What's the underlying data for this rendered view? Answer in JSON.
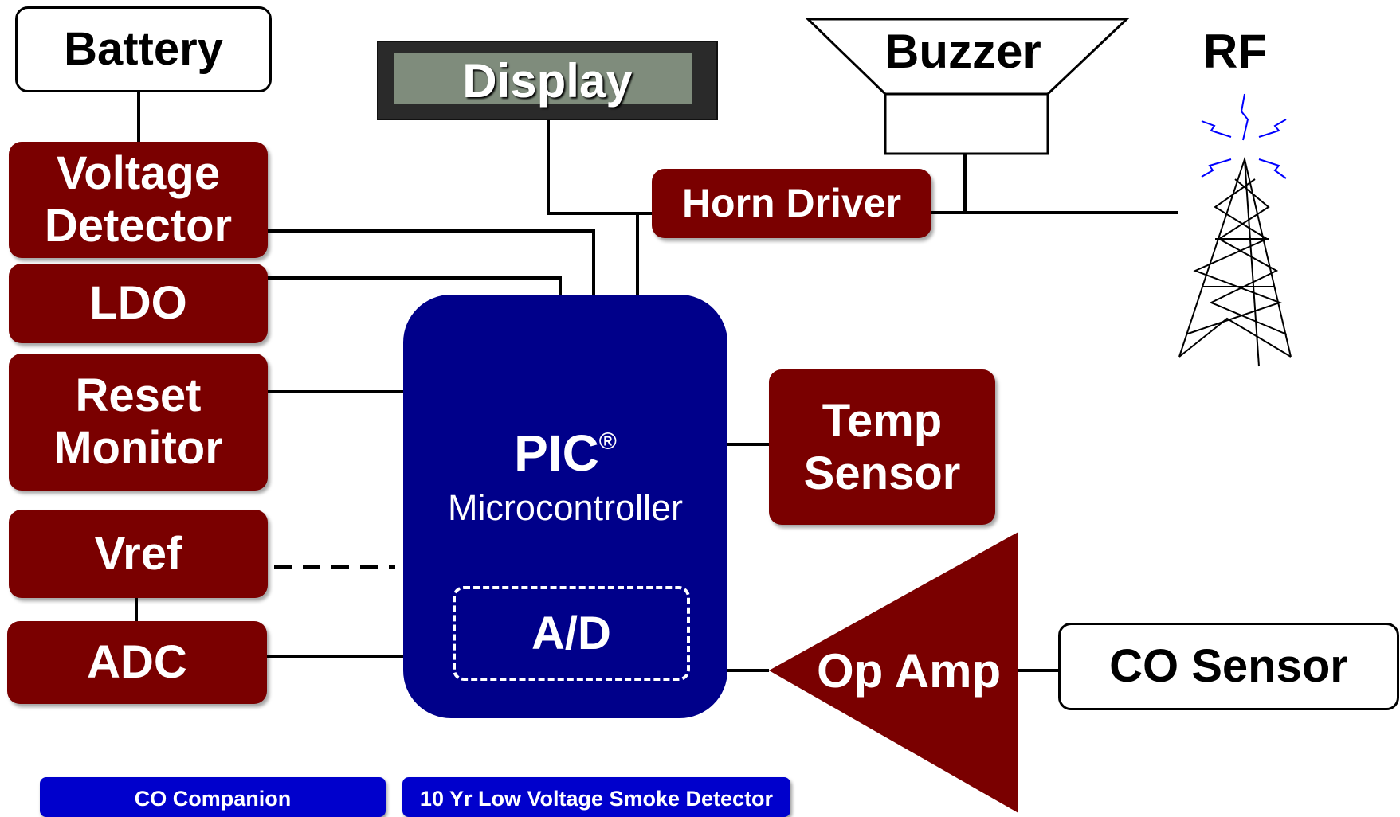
{
  "blocks": {
    "battery": "Battery",
    "display": "Display",
    "buzzer": "Buzzer",
    "rf": "RF",
    "voltage_detector": [
      "Voltage",
      "Detector"
    ],
    "horn_driver": "Horn Driver",
    "ldo": "LDO",
    "reset_monitor": [
      "Reset",
      "Monitor"
    ],
    "vref": "Vref",
    "adc": "ADC",
    "temp_sensor": [
      "Temp",
      "Sensor"
    ],
    "op_amp": "Op Amp",
    "co_sensor": "CO Sensor"
  },
  "mcu": {
    "name": "PIC",
    "mark": "®",
    "subtitle": "Microcontroller",
    "inner": "A/D"
  },
  "tabs": [
    "CO Companion",
    "10 Yr Low Voltage Smoke Detector"
  ],
  "colors": {
    "block_red": "#7a0000",
    "mcu_blue": "#00008a",
    "tab_blue": "#0000cc",
    "antenna_spark": "#0000ff"
  },
  "icons": [
    "antenna-tower-icon",
    "speaker-icon",
    "lcd-display-icon"
  ]
}
